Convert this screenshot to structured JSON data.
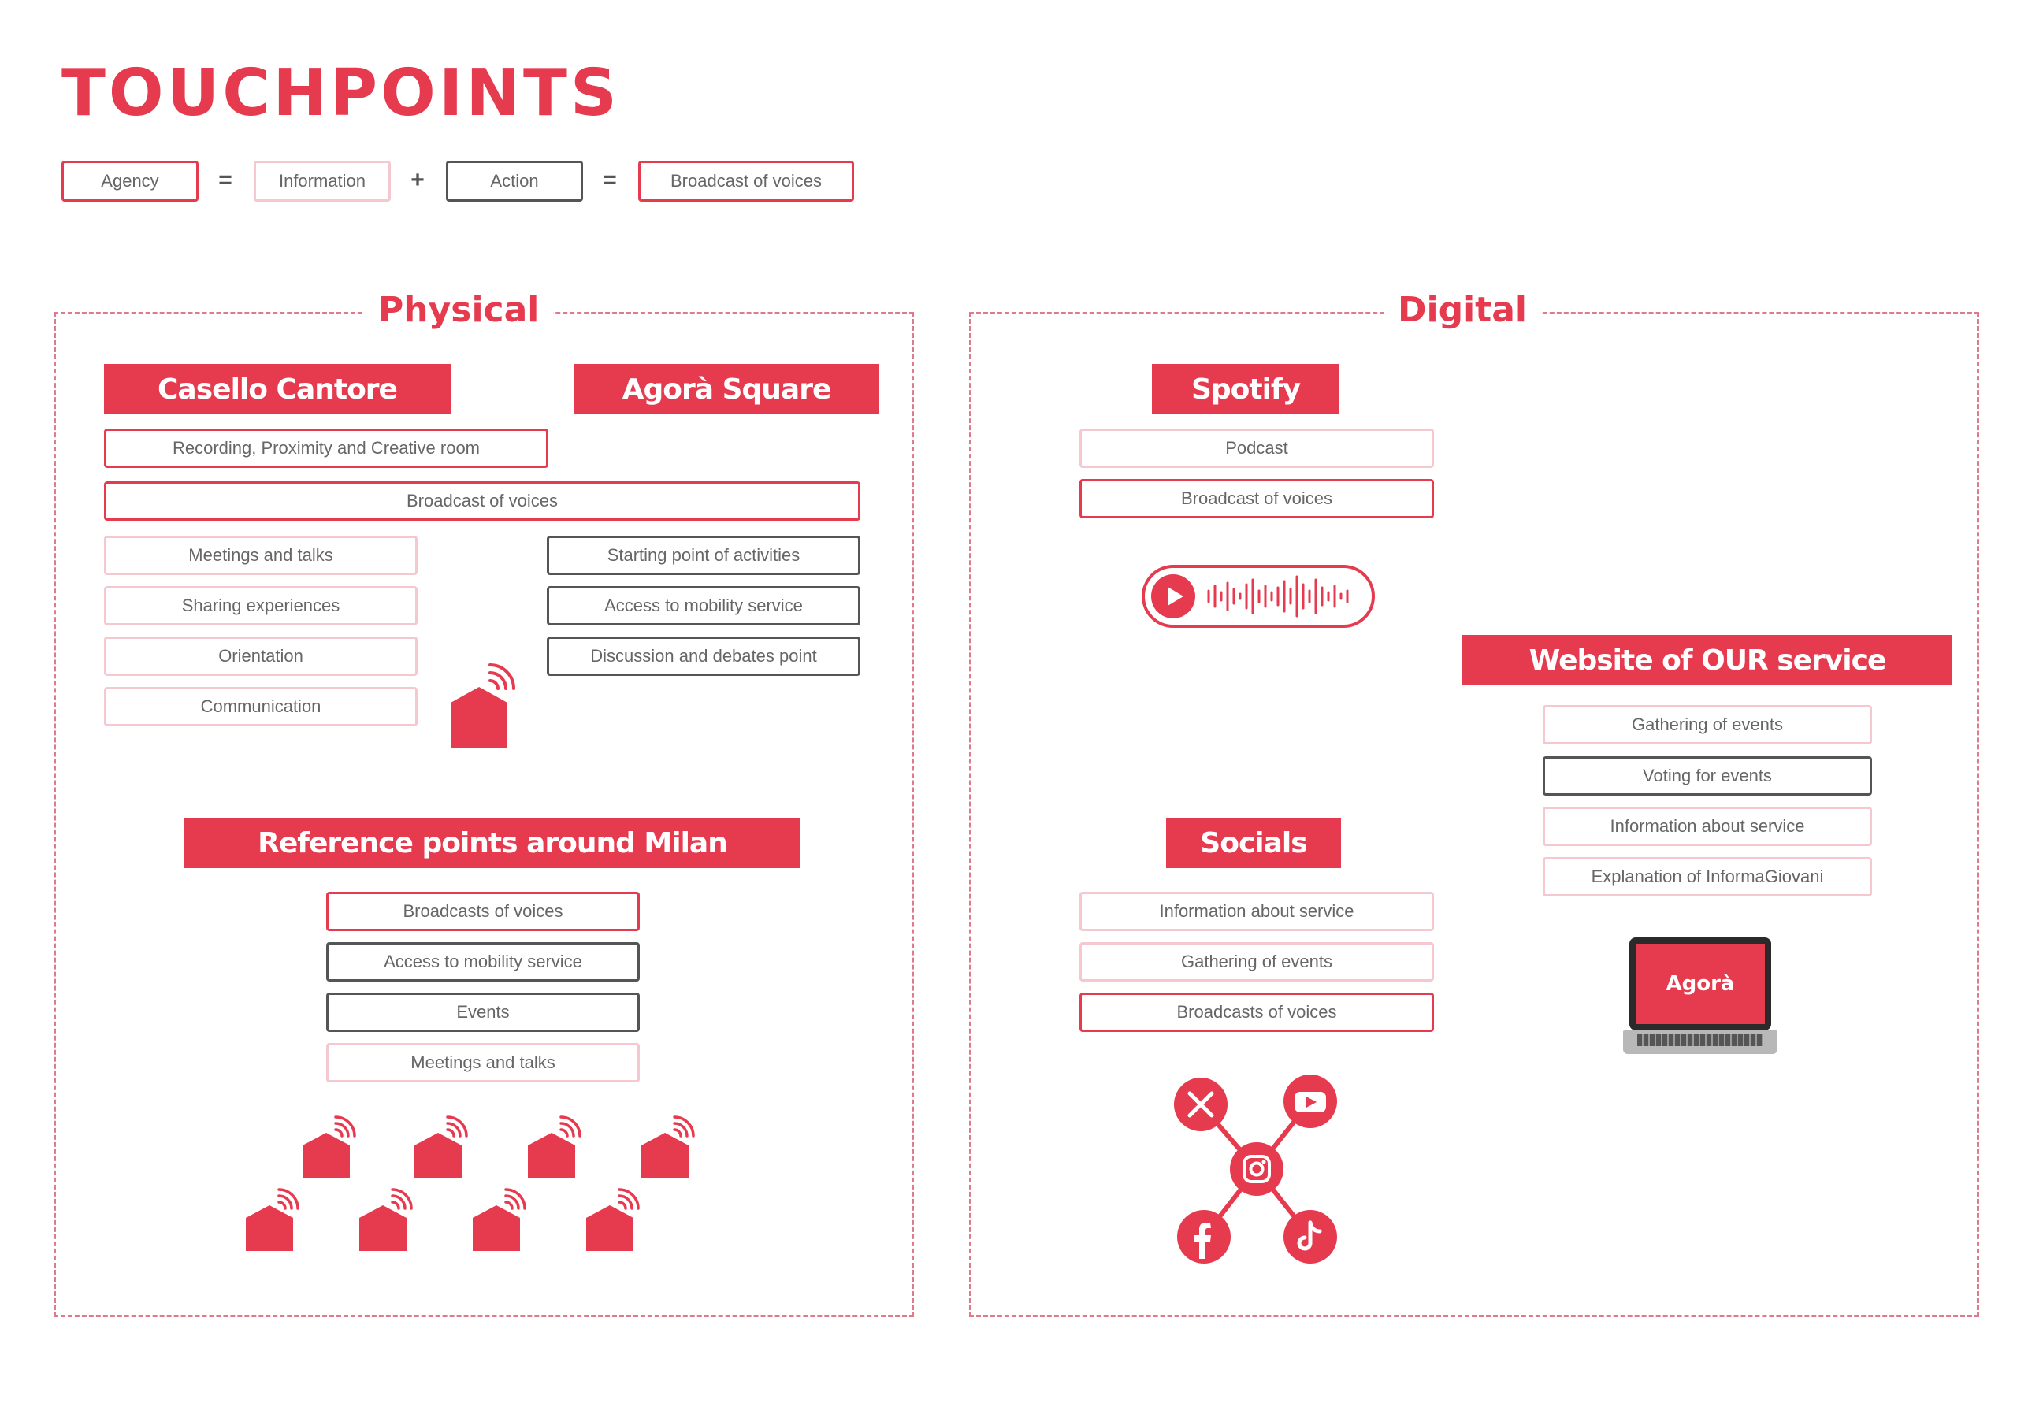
{
  "title": "TOUCHPOINTS",
  "equation": {
    "agency": "Agency",
    "op1": "=",
    "information": "Information",
    "op2": "+",
    "action": "Action",
    "op3": "=",
    "result": "Broadcast of voices"
  },
  "physical": {
    "label": "Physical",
    "casello": {
      "title": "Casello Cantore",
      "recording": "Recording, Proximity and Creative room",
      "broadcast": "Broadcast of voices",
      "left_items": [
        "Meetings and talks",
        "Sharing experiences",
        "Orientation",
        "Communication"
      ]
    },
    "agora": {
      "title": "Agorà Square",
      "items": [
        "Starting point of activities",
        "Access to mobility service",
        "Discussion and debates point"
      ]
    },
    "milan": {
      "title": "Reference points around Milan",
      "items": [
        "Broadcasts of voices",
        "Access to mobility service",
        "Events",
        "Meetings and talks"
      ]
    }
  },
  "digital": {
    "label": "Digital",
    "spotify": {
      "title": "Spotify",
      "items": [
        "Podcast",
        "Broadcast of voices"
      ]
    },
    "website": {
      "title": "Website of OUR service",
      "items": [
        "Gathering of events",
        "Voting for events",
        "Information about service",
        "Explanation of InformaGiovani"
      ],
      "laptop_logo": "Agorà"
    },
    "socials": {
      "title": "Socials",
      "items": [
        "Information about service",
        "Gathering of events",
        "Broadcasts of voices"
      ]
    }
  },
  "colors": {
    "accent": "#e63a4f",
    "pink_border": "#f5c8cf",
    "dark_border": "#555555",
    "dash": "#e0798a"
  },
  "icons": [
    "house-broadcast-icon",
    "play-icon",
    "x-icon",
    "youtube-icon",
    "instagram-icon",
    "facebook-icon",
    "tiktok-icon",
    "laptop-icon"
  ]
}
